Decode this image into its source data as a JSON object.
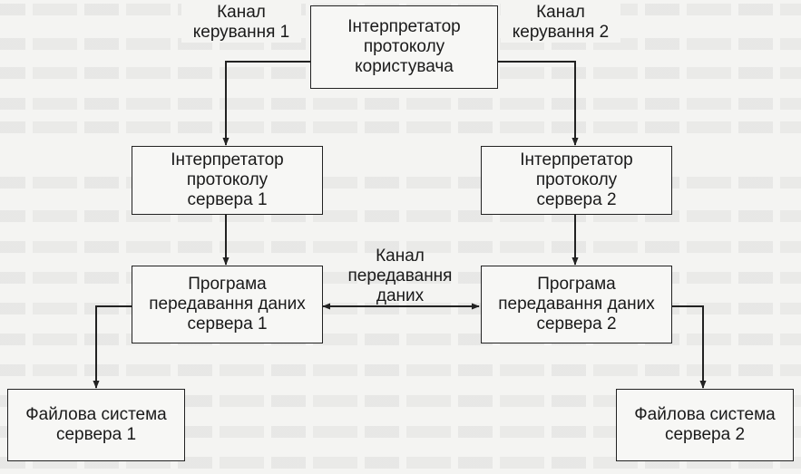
{
  "diagram": {
    "boxes": {
      "user_pi": "Інтерпретатор\nпротоколу\nкористувача",
      "server1_pi": "Інтерпретатор\nпротоколу\nсервера 1",
      "server2_pi": "Інтерпретатор\nпротоколу\nсервера 2",
      "server1_dtp": "Програма\nпередавання даних\nсервера 1",
      "server2_dtp": "Програма\nпередавання даних\nсервера 2",
      "fs1": "Файлова система\nсервера 1",
      "fs2": "Файлова система\nсервера 2"
    },
    "labels": {
      "control_channel_1": "Канал\nкерування 1",
      "control_channel_2": "Канал\nкерування 2",
      "data_channel": "Канал\nпередавання\nданих"
    },
    "colors": {
      "line": "#222222",
      "box_fill": "#f7f7f5",
      "page": "#f4f4f2"
    }
  }
}
